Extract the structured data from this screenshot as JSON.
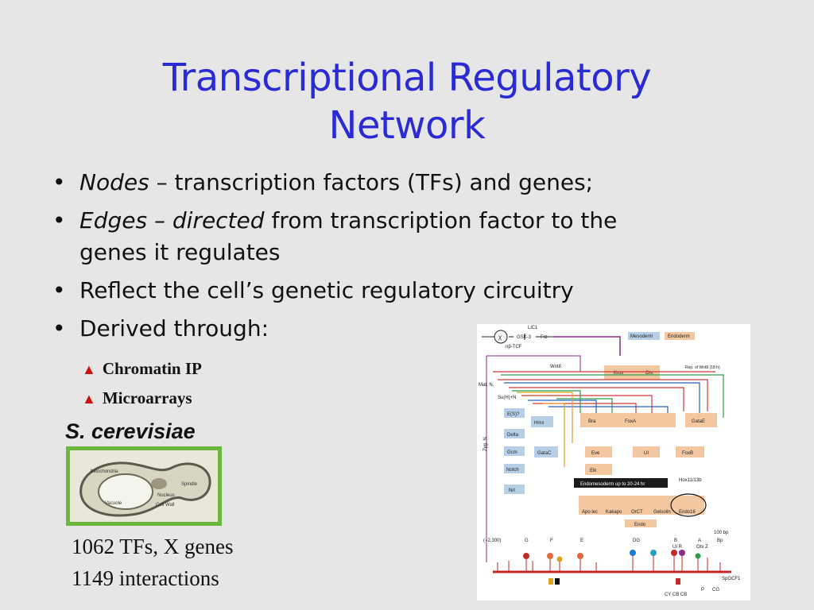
{
  "slide": {
    "title_line1": "Transcriptional Regulatory",
    "title_line2": "Network",
    "bullets": {
      "b1_italic": "Nodes",
      "b1_rest": " – transcription factors (TFs) and genes;",
      "b2_italic1": "Edges",
      "b2_sep": " – ",
      "b2_italic2": "directed",
      "b2_rest1": " from transcription factor to the",
      "b2_rest2": "genes it regulates",
      "b3": "Reflect the cell’s genetic regulatory circuitry",
      "b4": "Derived through:"
    },
    "subbullets": [
      "Chromatin IP",
      "Microarrays"
    ],
    "species": "S. cerevisiae",
    "stats": [
      "1062 TFs, X genes",
      "1149 interactions"
    ],
    "yeast_labels": [
      "Mitochondria",
      "Nucleus",
      "Spindle",
      "Vacuole",
      "Cell Wall"
    ],
    "network_labels": {
      "top": [
        "LiC1",
        "GSK-3",
        "Frz",
        "nβ-TCF",
        "Wnt8"
      ],
      "legend": [
        "Mesoderm",
        "Endoderm"
      ],
      "genes_a": [
        "Krox",
        "Otx",
        "Rep. of Wnt8 (18 h)"
      ],
      "left": [
        "Mat. N.",
        "Su(H)+N",
        "E(S)?",
        "Zyg. N.",
        "Delta",
        "Gcm",
        "Notch",
        "Nrl",
        "Hmx"
      ],
      "mid": [
        "Bra",
        "FoxA",
        "GataE",
        "GataC",
        "Eve",
        "UI",
        "FoxB",
        "Elk",
        "Hox11/13b"
      ],
      "banner": "Endomesoderm up to 20-24 hr",
      "bottom": [
        "Apo lec",
        "Kakapo",
        "OrCT",
        "Gelsolin",
        "Endo16"
      ],
      "endo": "Endo",
      "scale": "100 bp",
      "coords": "(−2,300)",
      "modules": [
        "G",
        "F",
        "E",
        "DG",
        "B",
        "UI R",
        "Otx Z",
        "A",
        "Bp"
      ],
      "foot": [
        "CY CB CB",
        "P",
        "CG",
        "SpGCF1"
      ]
    }
  }
}
